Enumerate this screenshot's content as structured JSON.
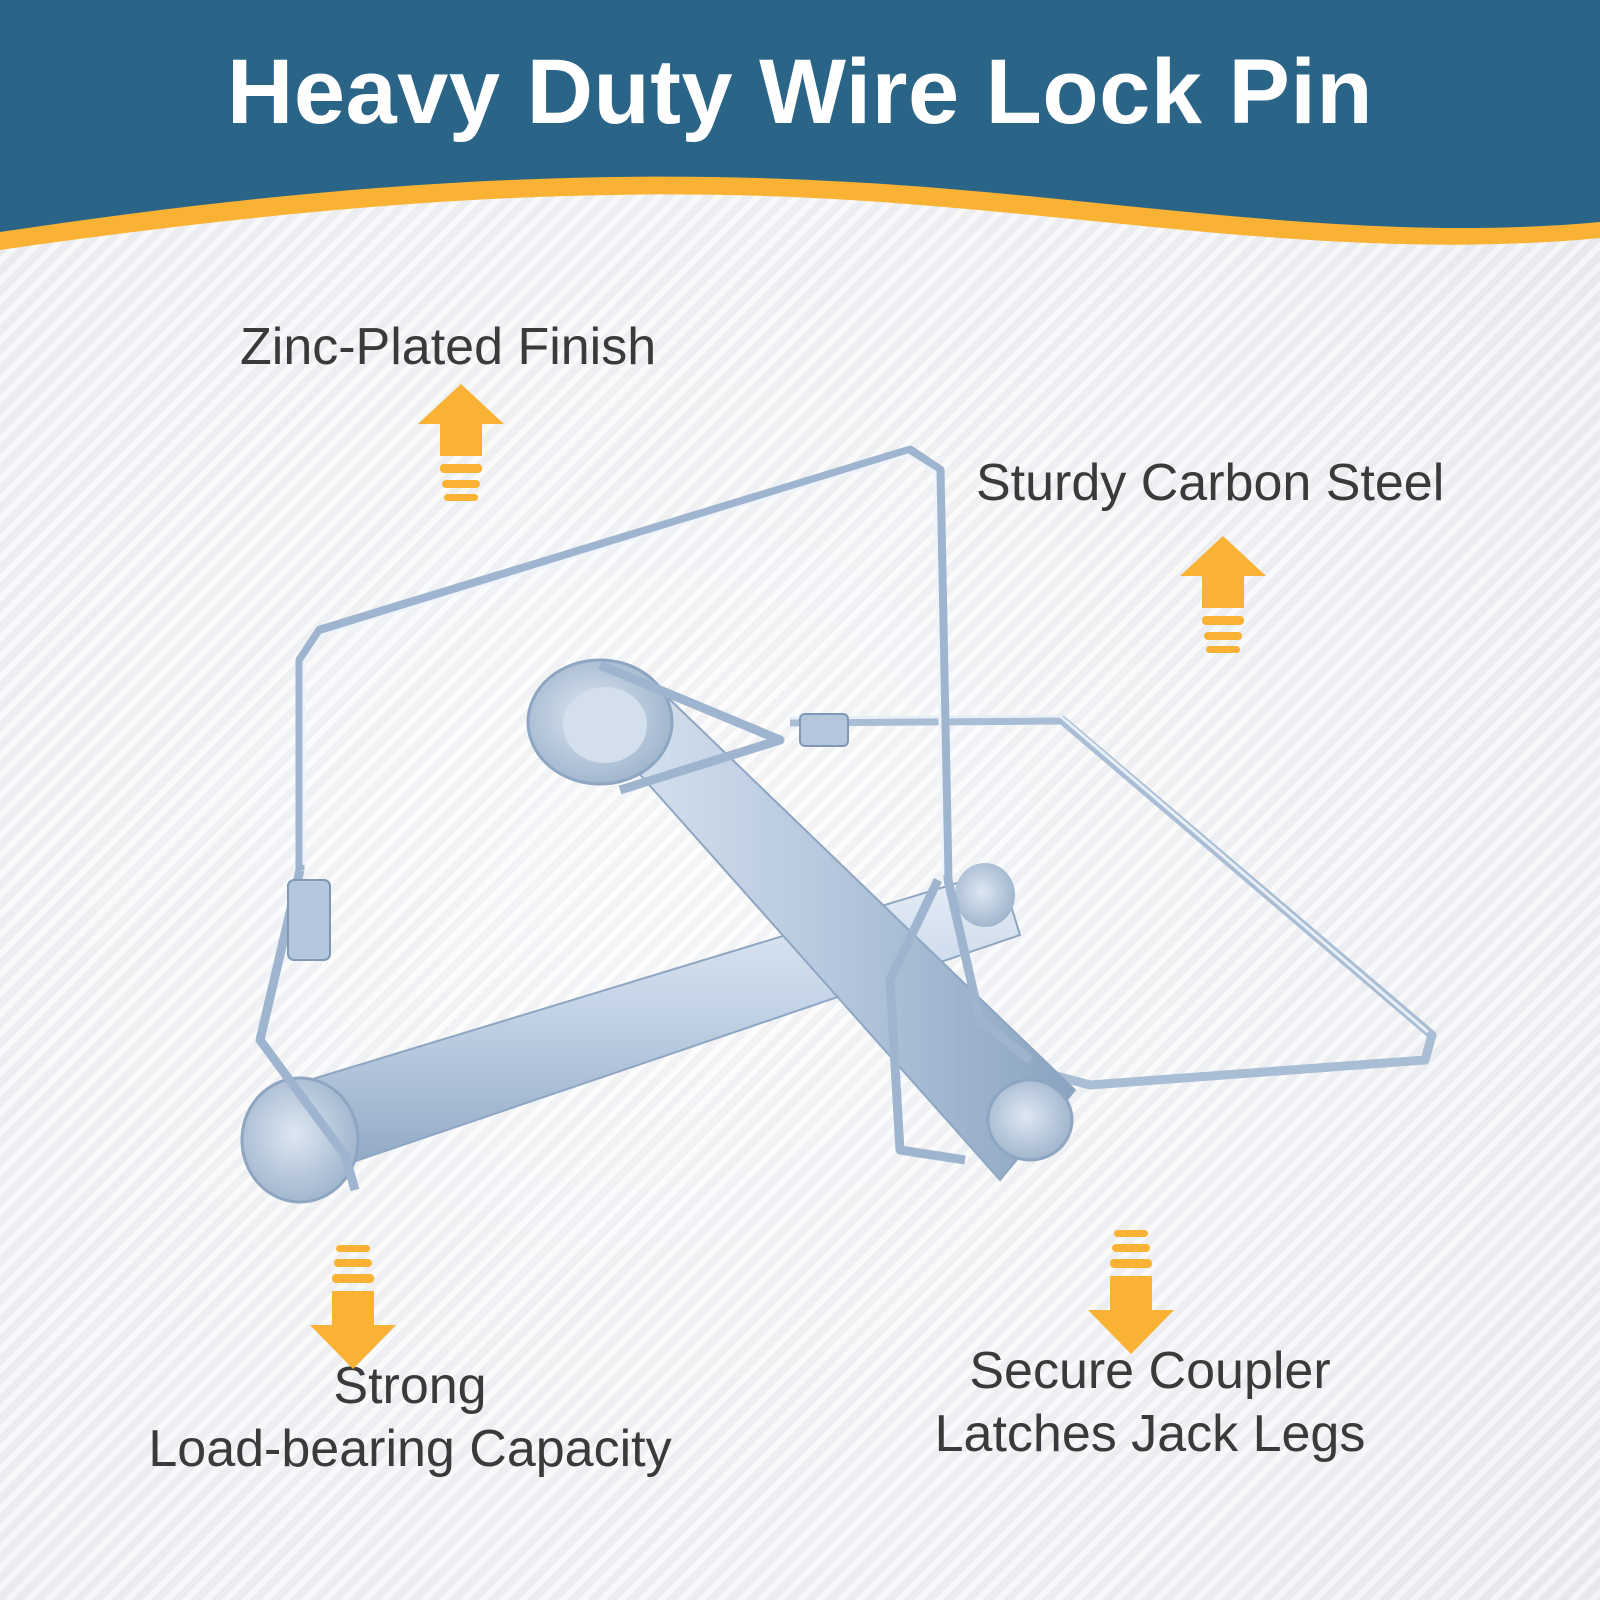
{
  "title": "Heavy Duty Wire Lock Pin",
  "features": {
    "top_left": "Zinc-Plated Finish",
    "top_right": "Sturdy Carbon Steel",
    "bottom_left_line1": "Strong",
    "bottom_left_line2": "Load-bearing Capacity",
    "bottom_right_line1": "Secure Coupler",
    "bottom_right_line2": "Latches Jack Legs"
  },
  "colors": {
    "header_blue": "#2a6487",
    "accent_orange": "#f9b233",
    "text_dark": "#3a3a3a",
    "metal": "#b9cbe0"
  },
  "icons": [
    "arrow-up-icon",
    "arrow-down-icon"
  ]
}
